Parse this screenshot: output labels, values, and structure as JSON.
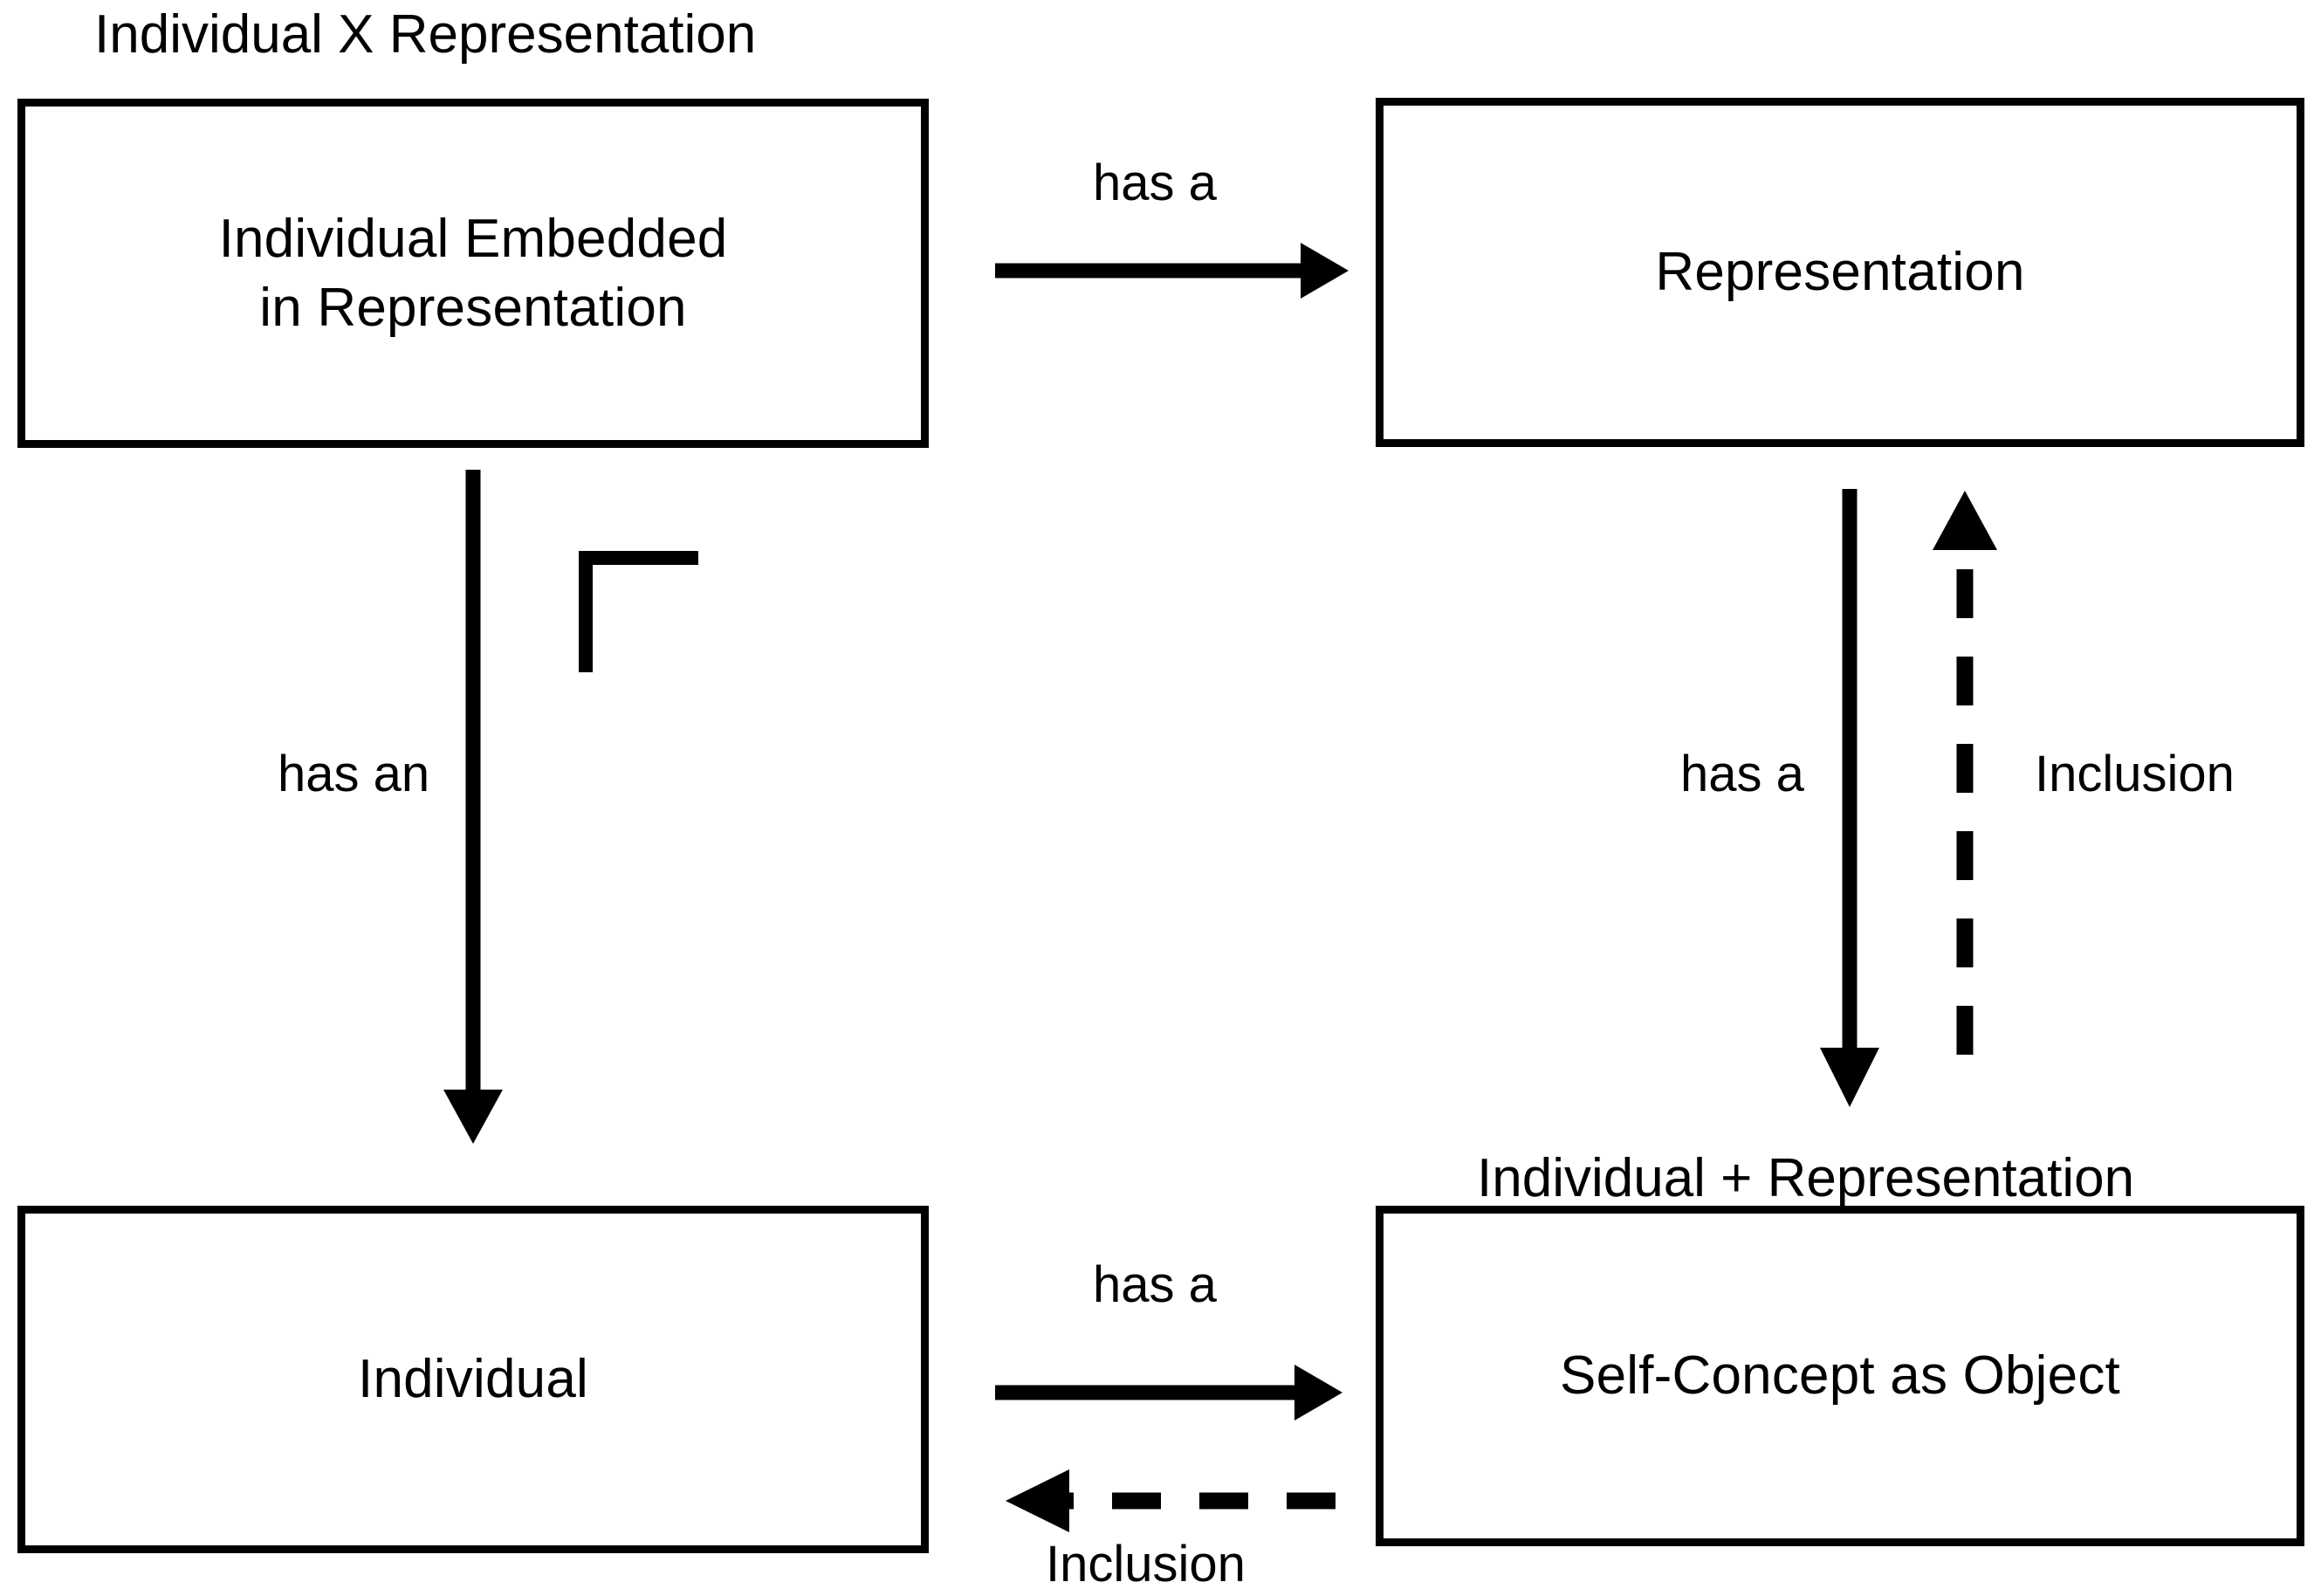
{
  "diagram": {
    "type": "block-relationship-diagram",
    "background_color": "#ffffff",
    "stroke_color": "#000000",
    "title_top_left": "Individual X Representation",
    "label_above_bottom_right_box": "Individual + Representation",
    "nodes": [
      {
        "id": "individual-embedded-in-representation",
        "label": "Individual Embedded\nin Representation",
        "position": "top-left"
      },
      {
        "id": "representation",
        "label": "Representation",
        "position": "top-right"
      },
      {
        "id": "individual",
        "label": "Individual",
        "position": "bottom-left"
      },
      {
        "id": "self-concept-as-object",
        "label": "Self-Concept as Object",
        "position": "bottom-right"
      }
    ],
    "edges": [
      {
        "id": "top-has-a",
        "label": "has a",
        "from": "individual-embedded-in-representation",
        "to": "representation",
        "style": "solid",
        "direction": "right"
      },
      {
        "id": "left-has-an",
        "label": "has an",
        "from": "individual-embedded-in-representation",
        "to": "individual",
        "style": "solid",
        "direction": "down"
      },
      {
        "id": "right-has-a",
        "label": "has a",
        "from": "representation",
        "to": "self-concept-as-object",
        "style": "solid",
        "direction": "down"
      },
      {
        "id": "right-inclusion",
        "label": "Inclusion",
        "from": "self-concept-as-object",
        "to": "representation",
        "style": "dashed",
        "direction": "up"
      },
      {
        "id": "bottom-has-a",
        "label": "has a",
        "from": "individual",
        "to": "self-concept-as-object",
        "style": "solid",
        "direction": "right"
      },
      {
        "id": "bottom-inclusion",
        "label": "Inclusion",
        "from": "self-concept-as-object",
        "to": "individual",
        "style": "dashed",
        "direction": "left"
      }
    ],
    "marks": [
      {
        "id": "corner-bracket",
        "shape": "L-corner-bracket"
      }
    ]
  }
}
